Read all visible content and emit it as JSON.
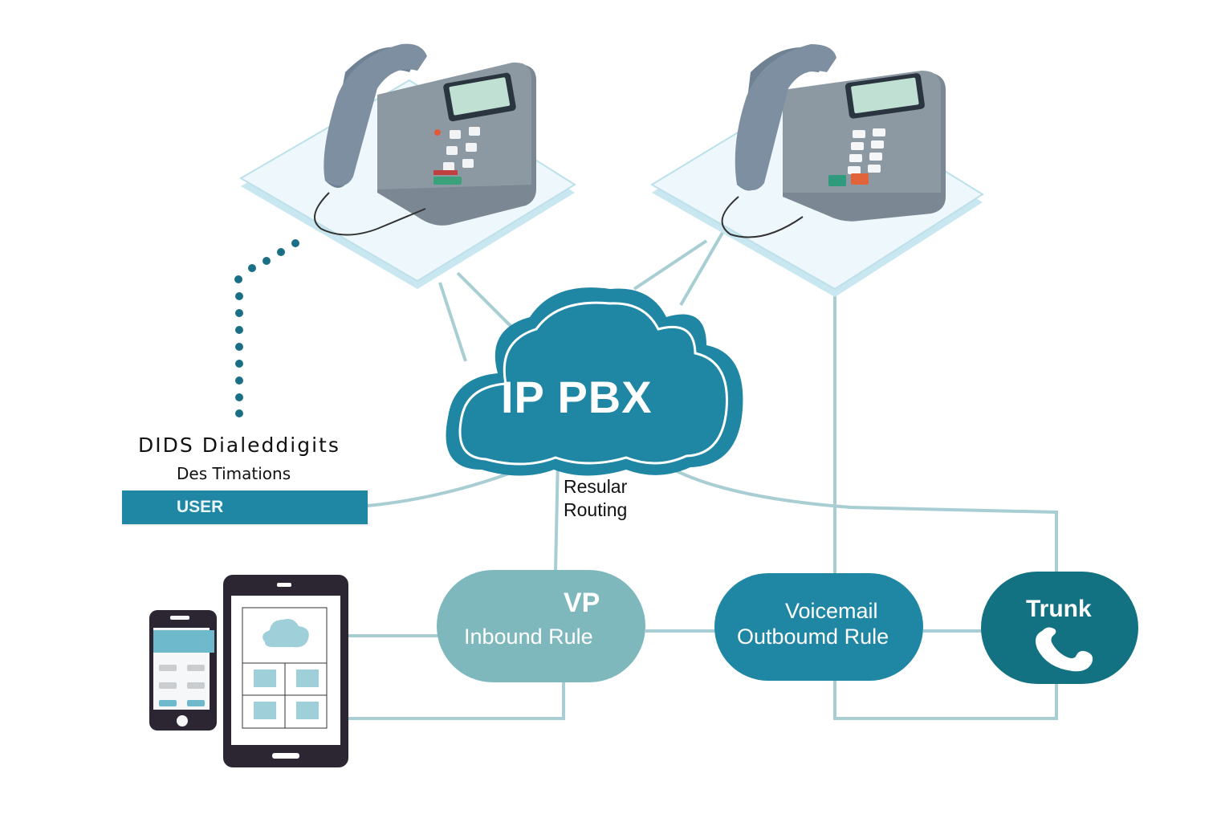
{
  "diagram": {
    "title": "IP PBX",
    "colors": {
      "primary_teal": "#1f86a3",
      "dark_teal": "#137282",
      "light_teal": "#7eb8bd",
      "connector": "#a8ced3",
      "platform": "#e6f3f8",
      "dots": "#1a6f86"
    },
    "nodes": {
      "cloud": {
        "label": "IP PBX",
        "icon": "cloud-icon"
      },
      "dids": {
        "title": "DIDS Dialeddigits",
        "subtitle": "Des Timations",
        "bar_label": "USER"
      },
      "routing": {
        "line1": "Resular",
        "line2": "Routing"
      },
      "inbound": {
        "badge": "VP",
        "label": "Inbound Rule"
      },
      "voicemail": {
        "line1": "Voicemail",
        "line2": "Outboumd Rule"
      },
      "trunk": {
        "label": "Trunk",
        "icon": "phone-handset-icon"
      }
    },
    "devices": [
      {
        "name": "desk-phone-left",
        "icon": "desk-phone-icon"
      },
      {
        "name": "desk-phone-right",
        "icon": "desk-phone-icon"
      },
      {
        "name": "smartphone",
        "icon": "smartphone-icon"
      },
      {
        "name": "tablet",
        "icon": "tablet-icon"
      }
    ]
  }
}
